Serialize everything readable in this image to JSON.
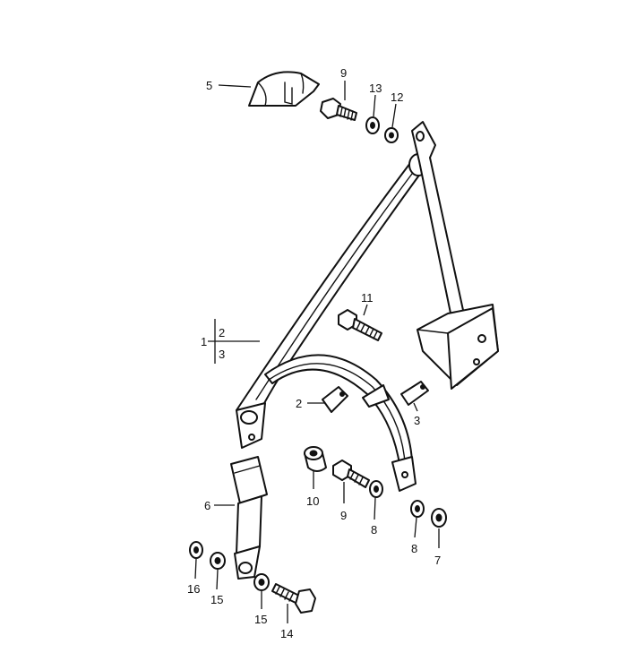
{
  "callouts": {
    "c5": "5",
    "c9_top": "9",
    "c13": "13",
    "c12": "12",
    "c11": "11",
    "c1": "1",
    "c2_bracket": "2",
    "c3_bracket": "3",
    "c2": "2",
    "c3": "3",
    "c6": "6",
    "c10": "10",
    "c9_mid": "9",
    "c8_mid": "8",
    "c8_right": "8",
    "c7": "7",
    "c16": "16",
    "c15_left": "15",
    "c15_mid": "15",
    "c14": "14"
  }
}
